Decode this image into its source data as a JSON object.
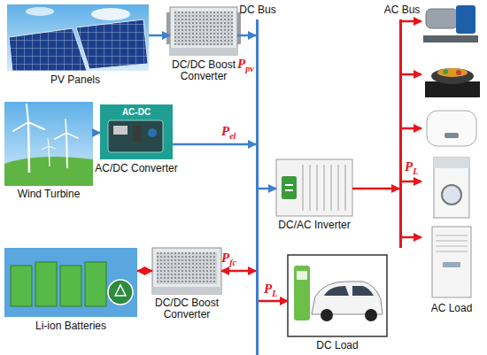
{
  "diagram": {
    "nodes": [
      {
        "text": [
          "PV Panels"
        ]
      },
      {
        "text": [
          "DC/DC Boost Converter"
        ]
      },
      {
        "text": [
          "DC Bus"
        ]
      },
      {
        "text": [
          "Wind Turbine"
        ]
      },
      {
        "text": [
          "AC/DC Converter"
        ]
      },
      {
        "text": [
          "AC Bus"
        ]
      },
      {
        "text": [
          "DC/AC Inverter"
        ]
      },
      {
        "text": [
          "AC Load"
        ]
      },
      {
        "text": [
          "Li-ion Batteries"
        ]
      },
      {
        "text": [
          "DC/DC Boost Converter"
        ]
      },
      {
        "text": [
          "DC Load"
        ]
      }
    ],
    "edges": [
      {
        "from": 0,
        "to": 1,
        "arrow": "to"
      },
      {
        "from": 1,
        "to": 2,
        "label": "Ppv",
        "arrow": "to"
      },
      {
        "from": 3,
        "to": 4,
        "arrow": "to"
      },
      {
        "from": 4,
        "to": 2,
        "label": "Pel",
        "arrow": "to"
      },
      {
        "from": 2,
        "to": 6,
        "arrow": "to"
      },
      {
        "from": 6,
        "to": 5,
        "arrow": "to"
      },
      {
        "from": 5,
        "to": 7,
        "arrow": "to"
      },
      {
        "from": 5,
        "to": 7,
        "arrow": "to"
      },
      {
        "from": 5,
        "to": 7,
        "arrow": "to"
      },
      {
        "from": 5,
        "to": 7,
        "label": "PL",
        "arrow": "to"
      },
      {
        "from": 5,
        "to": 7,
        "arrow": "to"
      },
      {
        "from": 8,
        "to": 9,
        "arrow": "both"
      },
      {
        "from": 9,
        "to": 2,
        "label": "Pfc",
        "arrow": "both"
      },
      {
        "from": 2,
        "to": 10,
        "label": "PL",
        "arrow": "to"
      }
    ],
    "labels": [
      "AC-DC"
    ]
  }
}
